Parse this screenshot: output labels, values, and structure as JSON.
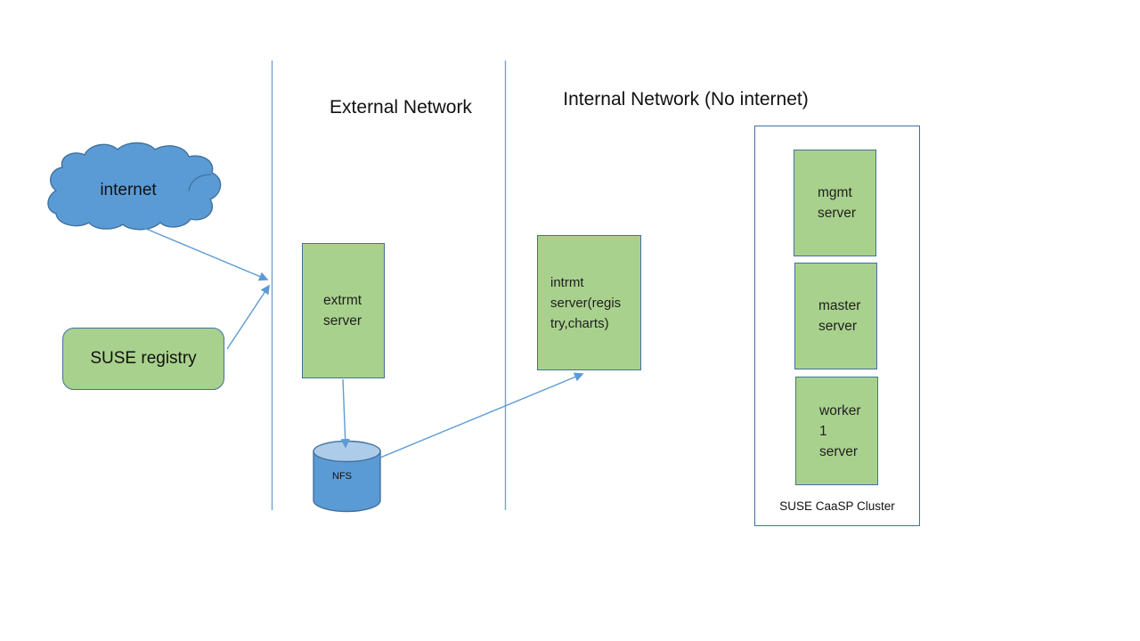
{
  "zones": {
    "external": {
      "label": "External Network"
    },
    "internal": {
      "label": "Internal Network (No internet)"
    }
  },
  "nodes": {
    "internet": {
      "label": "internet",
      "shape": "cloud"
    },
    "suse_registry": {
      "label": "SUSE registry",
      "shape": "rounded-rectangle"
    },
    "extrmt_server": {
      "shape": "rectangle",
      "lines": [
        "extrmt",
        "server"
      ]
    },
    "nfs": {
      "label": "NFS",
      "shape": "cylinder"
    },
    "intrmt_server": {
      "shape": "rectangle",
      "lines": [
        "intrmt",
        "server(regis",
        "try,charts)"
      ]
    },
    "mgmt_server": {
      "shape": "rectangle",
      "lines": [
        "mgmt",
        "server"
      ]
    },
    "master_server": {
      "shape": "rectangle",
      "lines": [
        "master",
        "server"
      ]
    },
    "worker1_server": {
      "shape": "rectangle",
      "lines": [
        "worker",
        "1",
        "server"
      ]
    }
  },
  "cluster": {
    "label": "SUSE CaaSP Cluster"
  },
  "edges": [
    {
      "from": "internet",
      "to": "external-network-boundary",
      "arrow": true
    },
    {
      "from": "suse-registry",
      "to": "external-network-boundary",
      "arrow": true
    },
    {
      "from": "extrmt-server",
      "to": "nfs",
      "arrow": true
    },
    {
      "from": "nfs",
      "to": "intrmt-server",
      "arrow": true
    }
  ],
  "colors": {
    "node_fill": "#a9d18e",
    "node_border": "#41719c",
    "cloud_fill": "#5b9bd5",
    "cylinder_fill": "#5b9bd5",
    "cylinder_top_fill": "#adccea",
    "connector": "#5b9bd5",
    "divider": "#6fa3d8",
    "text": "#1f1f1f"
  }
}
